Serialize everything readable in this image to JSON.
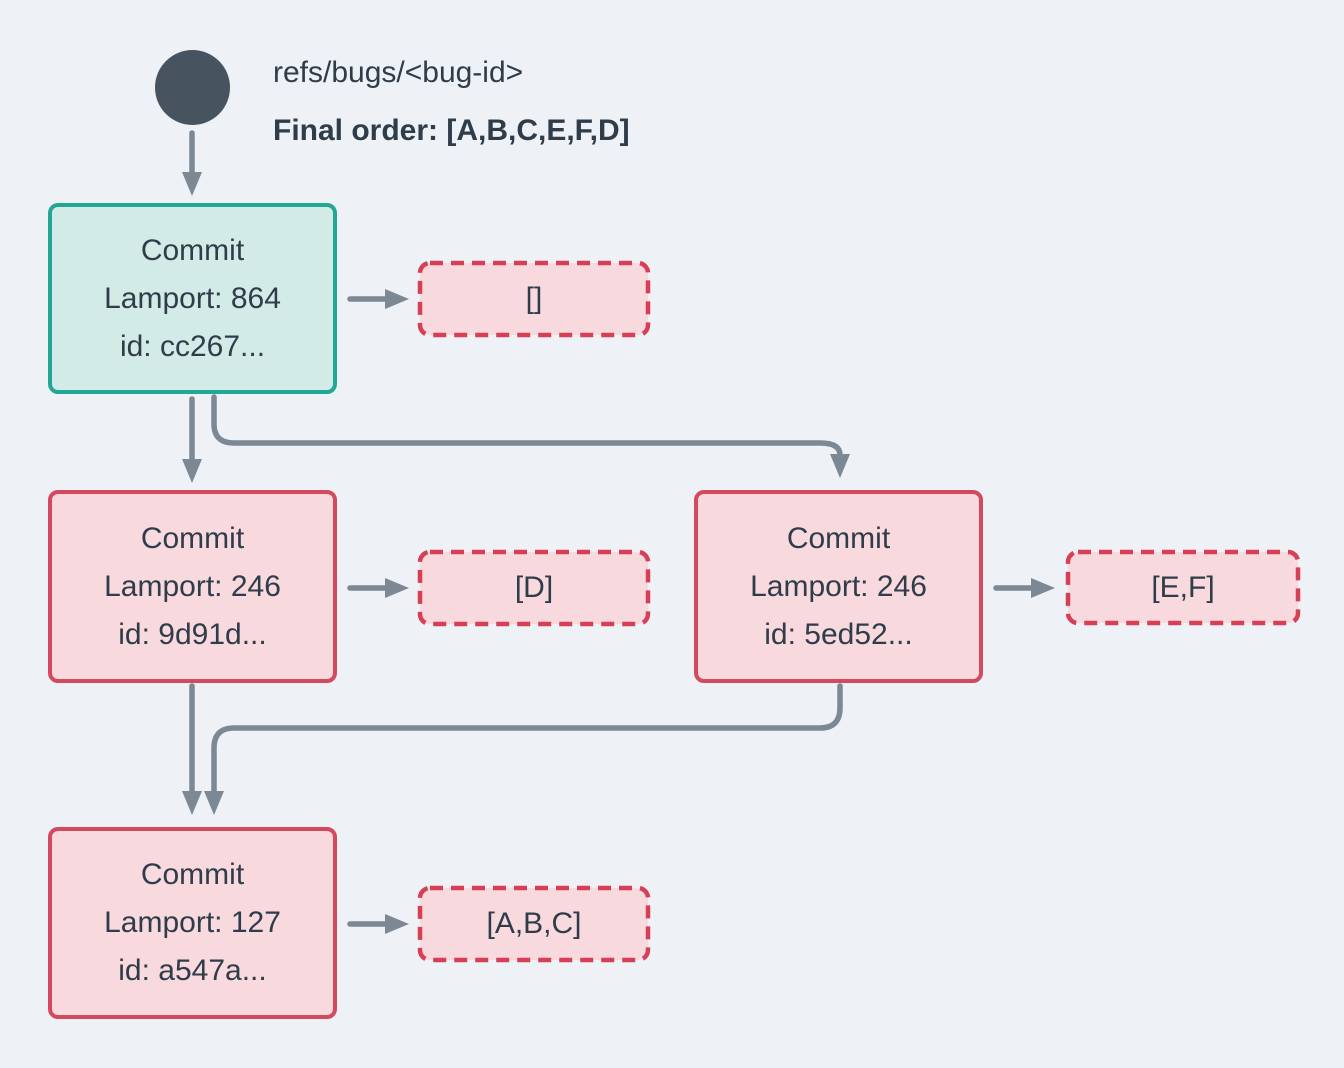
{
  "header": {
    "ref_label": "refs/bugs/<bug-id>",
    "final_order_label": "Final order: [A,B,C,E,F,D]"
  },
  "commits": [
    {
      "title": "Commit",
      "lamport": "Lamport: 864",
      "id": "id: cc267...",
      "role": "head"
    },
    {
      "title": "Commit",
      "lamport": "Lamport: 246",
      "id": "id: 9d91d...",
      "role": "branch-left"
    },
    {
      "title": "Commit",
      "lamport": "Lamport: 246",
      "id": "id: 5ed52...",
      "role": "branch-right"
    },
    {
      "title": "Commit",
      "lamport": "Lamport: 127",
      "id": "id: a547a...",
      "role": "root"
    }
  ],
  "operations": {
    "head": "[]",
    "left": "[D]",
    "right": "[E,F]",
    "merge": "[A,B,C]"
  },
  "colors": {
    "background": "#eef1f5",
    "text": "#2f3c49",
    "arrow": "#7c8894",
    "start_node": "#47535e",
    "head_fill": "#d3ebe7",
    "head_border": "#23a795",
    "commit_fill": "#f7d9de",
    "commit_border": "#d4495e",
    "operation_fill": "#f8dade",
    "operation_border": "#d63f55"
  }
}
